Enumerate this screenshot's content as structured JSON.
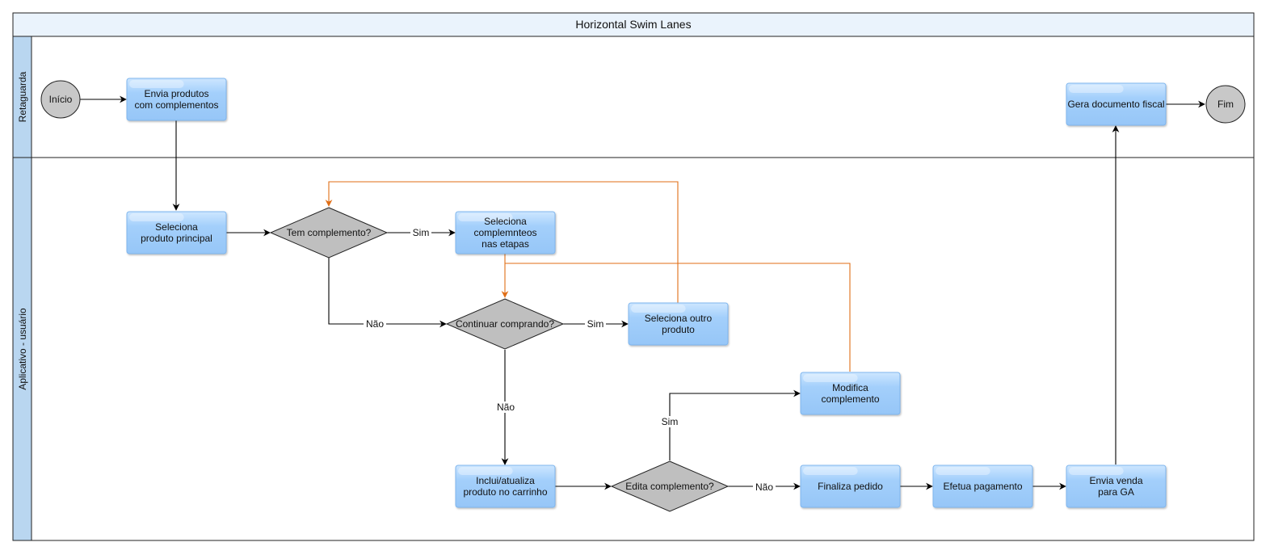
{
  "diagram": {
    "title": "Horizontal Swim Lanes",
    "lanes": [
      {
        "id": "lane-retaguarda",
        "label": "Retaguarda"
      },
      {
        "id": "lane-aplicativo",
        "label": "Aplicativo - usuário"
      }
    ],
    "nodes": [
      {
        "id": "inicio",
        "type": "terminal",
        "lines": [
          "Início"
        ]
      },
      {
        "id": "envia-produtos",
        "type": "process",
        "lines": [
          "Envia produtos",
          "com complementos"
        ]
      },
      {
        "id": "gera-documento",
        "type": "process",
        "lines": [
          "Gera documento fiscal"
        ]
      },
      {
        "id": "fim",
        "type": "terminal",
        "lines": [
          "Fim"
        ]
      },
      {
        "id": "seleciona-principal",
        "type": "process",
        "lines": [
          "Seleciona",
          "produto principal"
        ]
      },
      {
        "id": "tem-complemento",
        "type": "decision",
        "lines": [
          "Tem complemento?"
        ]
      },
      {
        "id": "seleciona-etapas",
        "type": "process",
        "lines": [
          "Seleciona",
          "complemnteos",
          "nas etapas"
        ]
      },
      {
        "id": "continuar-comprando",
        "type": "decision",
        "lines": [
          "Continuar comprando?"
        ]
      },
      {
        "id": "seleciona-outro",
        "type": "process",
        "lines": [
          "Seleciona outro",
          "produto"
        ]
      },
      {
        "id": "modifica-complemento",
        "type": "process",
        "lines": [
          "Modifica",
          "complemento"
        ]
      },
      {
        "id": "inclui-carrinho",
        "type": "process",
        "lines": [
          "Inclui/atualiza",
          "produto no carrinho"
        ]
      },
      {
        "id": "edita-complemento",
        "type": "decision",
        "lines": [
          "Edita complemento?"
        ]
      },
      {
        "id": "finaliza-pedido",
        "type": "process",
        "lines": [
          "Finaliza pedido"
        ]
      },
      {
        "id": "efetua-pagamento",
        "type": "process",
        "lines": [
          "Efetua pagamento"
        ]
      },
      {
        "id": "envia-venda",
        "type": "process",
        "lines": [
          "Envia venda",
          "para GA"
        ]
      }
    ],
    "edge_labels": {
      "sim_1": "Sim",
      "nao_1": "Não",
      "sim_2": "Sim",
      "nao_2": "Não",
      "sim_3": "Sim",
      "nao_3": "Não"
    },
    "colors": {
      "process_fill_top": "#c4e1ff",
      "process_fill": "#9fccfa",
      "process_stroke": "#7fb6ee",
      "decision_fill": "#bfbfbf",
      "terminal_fill": "#c8c8c8",
      "lane_header": "#b9d6f0",
      "title_bar": "#eaf3fc",
      "arrow_black": "#000000",
      "arrow_orange": "#e06e16"
    }
  }
}
